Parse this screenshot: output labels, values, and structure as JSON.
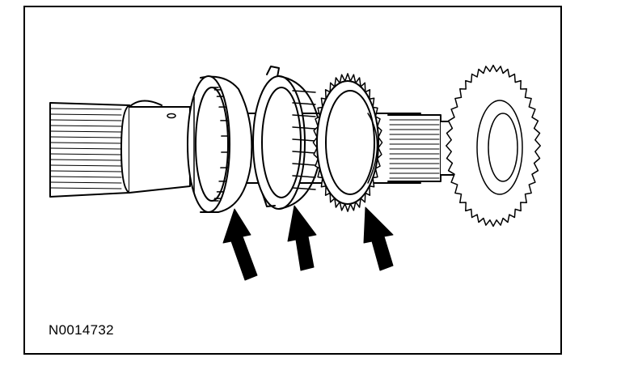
{
  "figure": {
    "reference_code": "N0014732",
    "colors": {
      "line": "#000000",
      "background": "#ffffff"
    },
    "parts": [
      "output-shaft",
      "synchronizer-hub-sleeve",
      "blocker-ring",
      "gear-cone-ring",
      "gear"
    ],
    "arrows": [
      "arrow-1",
      "arrow-2",
      "arrow-3"
    ]
  }
}
